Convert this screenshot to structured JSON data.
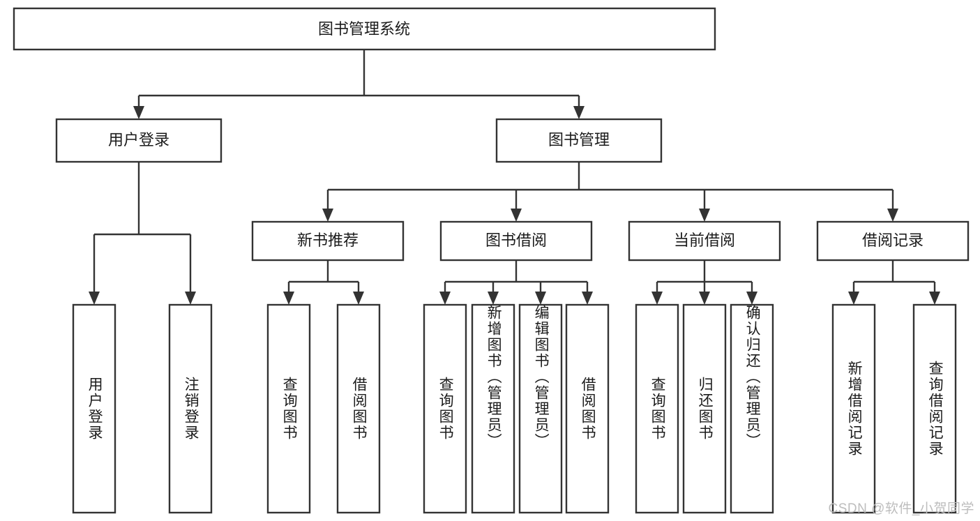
{
  "diagram": {
    "type": "tree",
    "title": "图书管理系统",
    "watermark": "CSDN @软件_小贺同学",
    "colors": {
      "stroke": "#333333",
      "fill": "#ffffff",
      "text": "#1b1b1b",
      "watermark": "#bdbdbd",
      "background": "#ffffff"
    },
    "levels": {
      "root": "图书管理系统",
      "level2": [
        "用户登录",
        "图书管理"
      ],
      "level3": [
        "新书推荐",
        "图书借阅",
        "当前借阅",
        "借阅记录"
      ]
    },
    "nodes": {
      "root": {
        "label": "图书管理系统"
      },
      "user_login": {
        "label": "用户登录"
      },
      "book_manage": {
        "label": "图书管理"
      },
      "new_book_rec": {
        "label": "新书推荐"
      },
      "book_borrow": {
        "label": "图书借阅"
      },
      "current_borrow": {
        "label": "当前借阅"
      },
      "borrow_record": {
        "label": "借阅记录"
      },
      "leaf_user_login": {
        "label": "用户登录"
      },
      "leaf_user_logout": {
        "label": "注销登录"
      },
      "leaf_rec_query": {
        "label": "查询图书"
      },
      "leaf_rec_borrow": {
        "label": "借阅图书"
      },
      "leaf_borrow_query": {
        "label": "查询图书"
      },
      "leaf_borrow_add": {
        "label": "新增图书（管理员）"
      },
      "leaf_borrow_edit": {
        "label": "编辑图书（管理员）"
      },
      "leaf_borrow_lend": {
        "label": "借阅图书"
      },
      "leaf_cur_query": {
        "label": "查询图书"
      },
      "leaf_cur_return": {
        "label": "归还图书"
      },
      "leaf_cur_confirm": {
        "label": "确认归还（管理员）"
      },
      "leaf_rec_add": {
        "label": "新增借阅记录"
      },
      "leaf_rec_search": {
        "label": "查询借阅记录"
      }
    },
    "edges": [
      {
        "from": "root",
        "to": "user_login"
      },
      {
        "from": "root",
        "to": "book_manage"
      },
      {
        "from": "user_login",
        "to": "leaf_user_login"
      },
      {
        "from": "user_login",
        "to": "leaf_user_logout"
      },
      {
        "from": "book_manage",
        "to": "new_book_rec"
      },
      {
        "from": "book_manage",
        "to": "book_borrow"
      },
      {
        "from": "book_manage",
        "to": "current_borrow"
      },
      {
        "from": "book_manage",
        "to": "borrow_record"
      },
      {
        "from": "new_book_rec",
        "to": "leaf_rec_query"
      },
      {
        "from": "new_book_rec",
        "to": "leaf_rec_borrow"
      },
      {
        "from": "book_borrow",
        "to": "leaf_borrow_query"
      },
      {
        "from": "book_borrow",
        "to": "leaf_borrow_add"
      },
      {
        "from": "book_borrow",
        "to": "leaf_borrow_edit"
      },
      {
        "from": "book_borrow",
        "to": "leaf_borrow_lend"
      },
      {
        "from": "current_borrow",
        "to": "leaf_cur_query"
      },
      {
        "from": "current_borrow",
        "to": "leaf_cur_return"
      },
      {
        "from": "current_borrow",
        "to": "leaf_cur_confirm"
      },
      {
        "from": "borrow_record",
        "to": "leaf_rec_add"
      },
      {
        "from": "borrow_record",
        "to": "leaf_rec_search"
      }
    ]
  }
}
